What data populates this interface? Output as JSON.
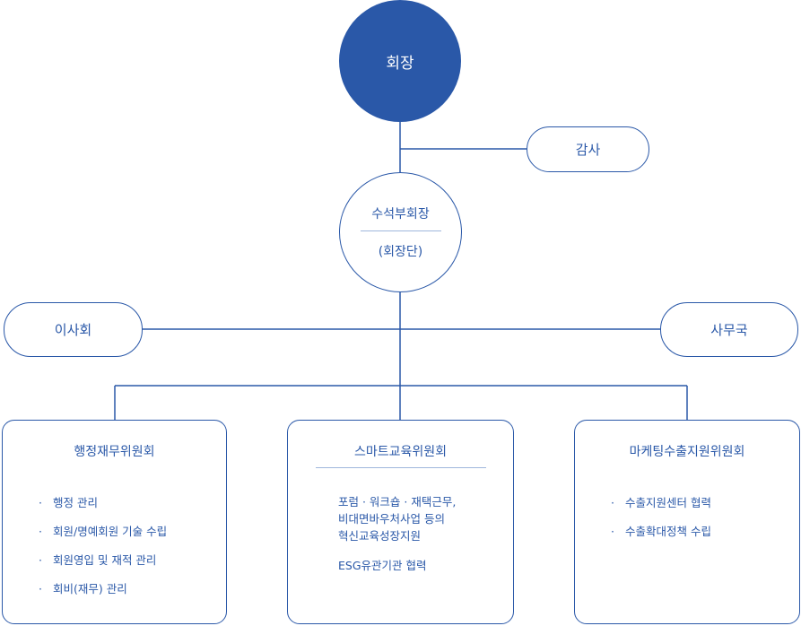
{
  "chairman": "회장",
  "auditor": "감사",
  "vice_chairman": {
    "title": "수석부회장",
    "subtitle": "(회장단)"
  },
  "board": "이사회",
  "secretariat": "사무국",
  "committees": [
    {
      "title": "행정재무위원회",
      "bullet": "·",
      "items": [
        "행정 관리",
        "회원/명예회원 기술 수립",
        "회원영입 및 재적 관리",
        "회비(재무) 관리"
      ]
    },
    {
      "title": "스마트교육위원회",
      "lines": [
        "포럼 · 워크숍 · 재택근무,",
        "비대면바우처사업 등의",
        "혁신교육성장지원"
      ],
      "extra": "ESG유관기관 협력"
    },
    {
      "title": "마케팅수출지원위원회",
      "bullet": "·",
      "items": [
        "수출지원센터 협력",
        "수출확대정책 수립"
      ]
    }
  ],
  "colors": {
    "primary": "#2a58a8",
    "separator": "#9fb6dc",
    "background": "#ffffff"
  }
}
